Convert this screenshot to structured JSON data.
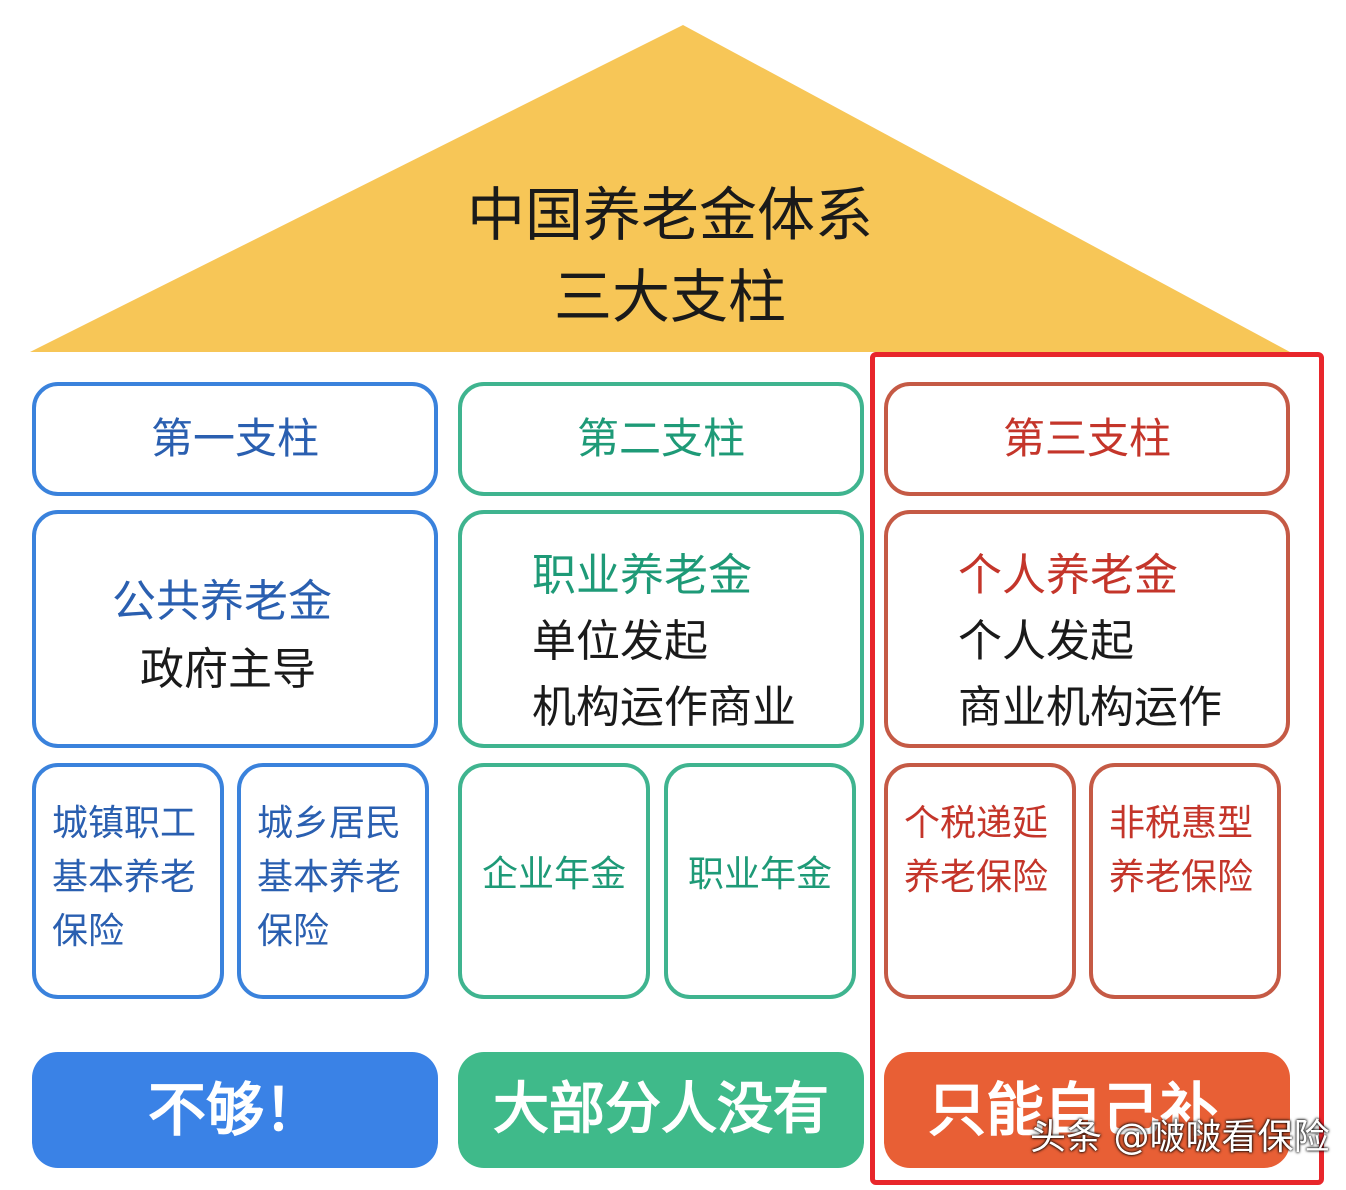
{
  "roof": {
    "title_line1": "中国养老金体系",
    "title_line2": "三大支柱",
    "color": "#f7c657"
  },
  "pillar1": {
    "header": "第一支柱",
    "main_title": "公共养老金",
    "main_sub": "政府主导",
    "sub_left": [
      "城镇职工",
      "基本养老",
      "保险"
    ],
    "sub_right": [
      "城乡居民",
      "基本养老",
      "保险"
    ],
    "footer": "不够！",
    "color": "#3a82dc"
  },
  "pillar2": {
    "header": "第二支柱",
    "main_title": "职业养老金",
    "main_sub1": "单位发起",
    "main_sub2": "机构运作商业",
    "sub_left": "企业年金",
    "sub_right": "职业年金",
    "footer": "大部分人没有",
    "color": "#3fb48f"
  },
  "pillar3": {
    "header": "第三支柱",
    "main_title": "个人养老金",
    "main_sub1": "个人发起",
    "main_sub2": "商业机构运作",
    "sub_left": [
      "个税递延",
      "养老保险"
    ],
    "sub_right": [
      "非税惠型",
      "养老保险"
    ],
    "footer": "只能自己补",
    "color": "#e85f35"
  },
  "watermark": "头条 @啵啵看保险"
}
